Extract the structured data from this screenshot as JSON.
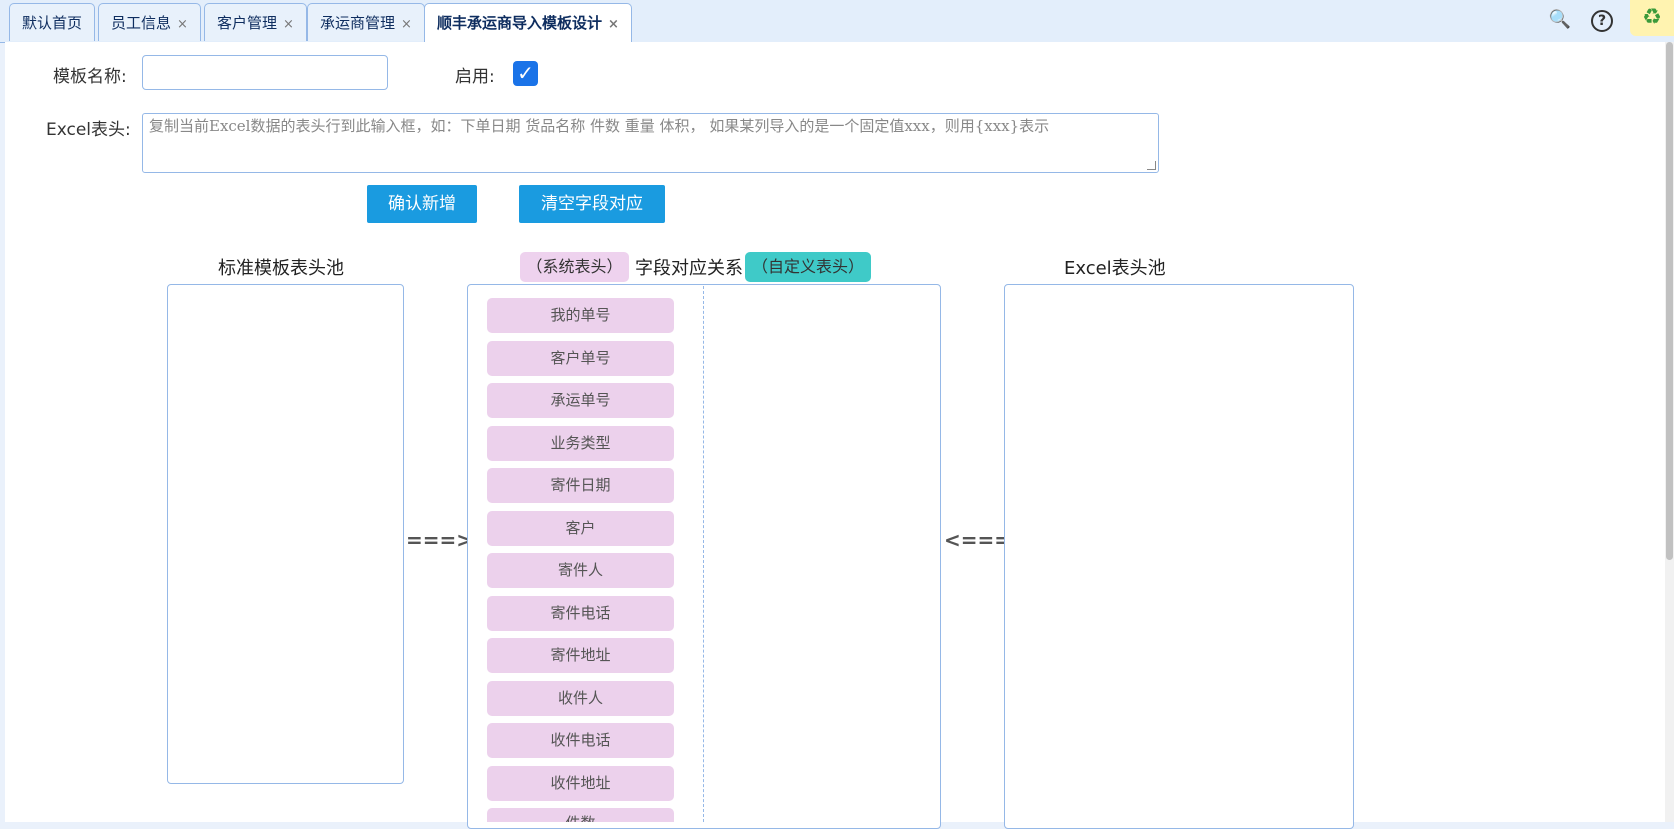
{
  "tabs": [
    {
      "label": "默认首页",
      "closable": false,
      "active": false
    },
    {
      "label": "员工信息",
      "closable": true,
      "active": false
    },
    {
      "label": "客户管理",
      "closable": true,
      "active": false
    },
    {
      "label": "承运商管理",
      "closable": true,
      "active": false
    },
    {
      "label": "顺丰承运商导入模板设计",
      "closable": true,
      "active": true
    }
  ],
  "close_glyph": "×",
  "toolbar": {
    "search_icon": "🔍",
    "help_icon": "?",
    "refresh_icon": "♻"
  },
  "form": {
    "template_name_label": "模板名称:",
    "template_name_value": "",
    "enable_label": "启用:",
    "enable_checked": true,
    "check_glyph": "✓",
    "excel_header_label": "Excel表头:",
    "excel_header_value": "",
    "excel_header_placeholder": "复制当前Excel数据的表头行到此输入框，如：下单日期 货品名称 件数 重量 体积， 如果某列导入的是一个固定值xxx，则用{xxx}表示"
  },
  "buttons": {
    "confirm_add": "确认新增",
    "clear_mapping": "清空字段对应"
  },
  "pools": {
    "standard_title": "标准模板表头池",
    "mapping_title": "字段对应关系",
    "system_pill": "（系统表头）",
    "custom_pill": "（自定义表头）",
    "excel_title": "Excel表头池",
    "arrow_right": "===>",
    "arrow_left": "<==="
  },
  "system_fields": [
    "我的单号",
    "客户单号",
    "承运单号",
    "业务类型",
    "寄件日期",
    "客户",
    "寄件人",
    "寄件电话",
    "寄件地址",
    "收件人",
    "收件电话",
    "收件地址",
    "件数"
  ],
  "colors": {
    "accent": "#1a9be0",
    "field_pill": "#ecd1ec",
    "custom_pill": "#3fcac8",
    "border": "#95b8e7"
  }
}
